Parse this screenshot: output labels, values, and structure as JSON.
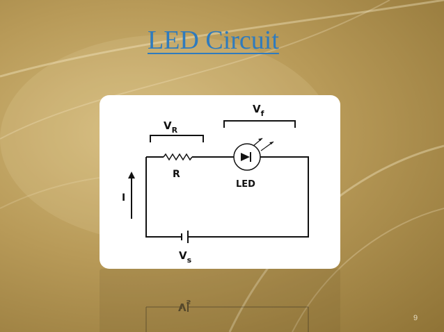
{
  "slide": {
    "title": "LED Circuit",
    "page_number": "9"
  },
  "circuit": {
    "label_vr_main": "V",
    "label_vr_sub": "R",
    "label_vf_main": "V",
    "label_vf_sub": "f",
    "label_r": "R",
    "label_led": "LED",
    "label_i": "I",
    "label_vs_main": "V",
    "label_vs_sub": "s",
    "reflection_main": "V",
    "reflection_sub": "s"
  },
  "colors": {
    "title": "#2f7bbd",
    "background": "#b89a58",
    "card": "#ffffff"
  }
}
